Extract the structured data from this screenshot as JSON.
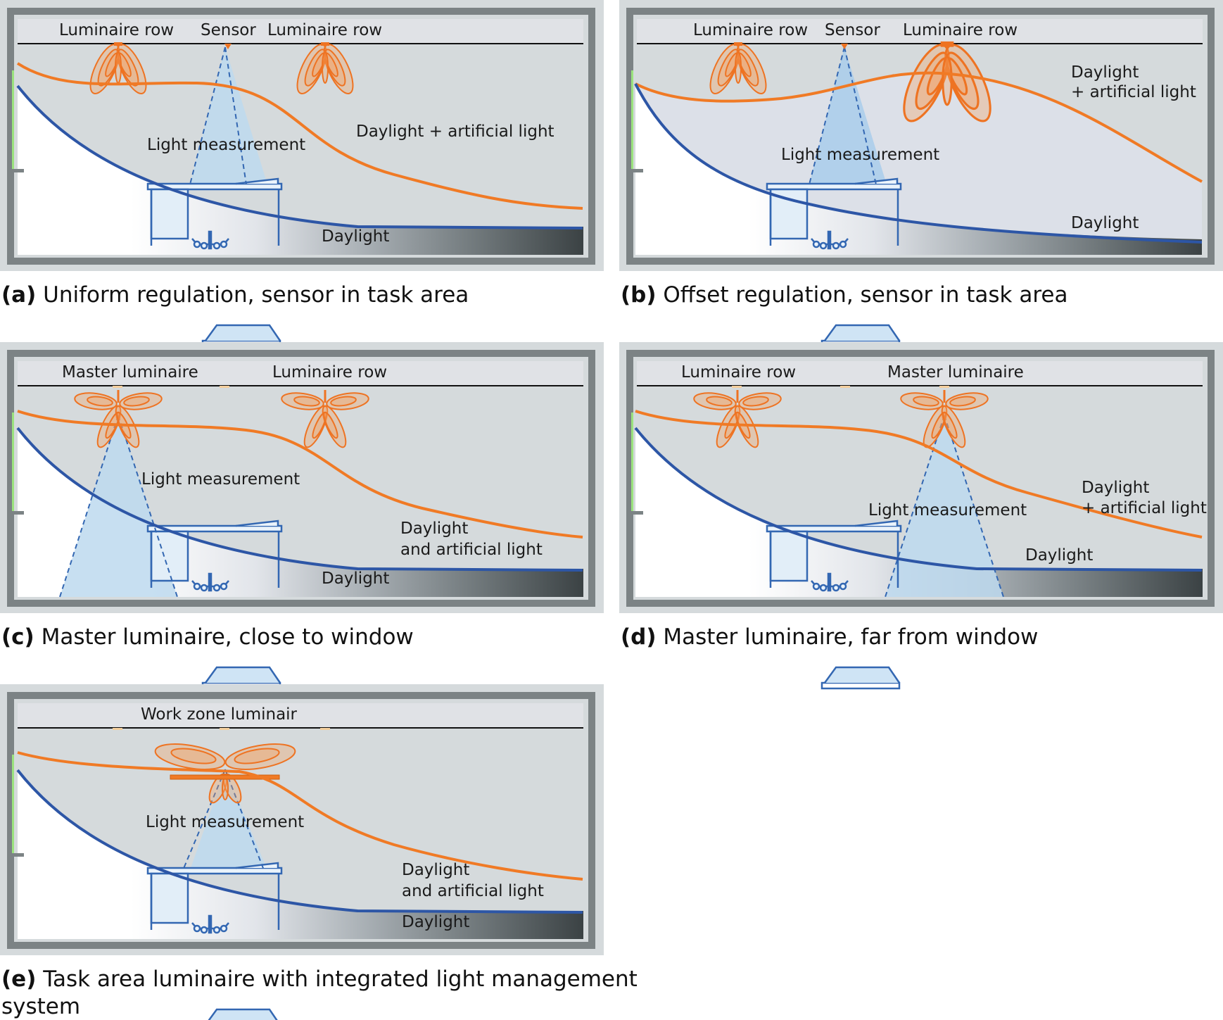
{
  "panels": [
    {
      "id": "a",
      "caption_prefix": "(a)",
      "caption_text": "Uniform regulation, sensor in task area",
      "labels": {
        "lum_row_1": "Luminaire row",
        "sensor": "Sensor",
        "lum_row_2": "Luminaire row",
        "measurement": "Light measurement",
        "combined": "Daylight + artificial light",
        "daylight": "Daylight"
      }
    },
    {
      "id": "b",
      "caption_prefix": "(b)",
      "caption_text": "Offset regulation, sensor in task area",
      "labels": {
        "lum_row_1": "Luminaire row",
        "sensor": "Sensor",
        "lum_row_2": "Luminaire row",
        "combined_1": "Daylight",
        "combined_2": "+ artificial light",
        "measurement": "Light measurement",
        "daylight": "Daylight"
      }
    },
    {
      "id": "c",
      "caption_prefix": "(c)",
      "caption_text": "Master luminaire, close to window",
      "labels": {
        "master": "Master luminaire",
        "lum_row": "Luminaire row",
        "measurement": "Light measurement",
        "combined_1": "Daylight",
        "combined_2": "and artificial light",
        "daylight": "Daylight"
      }
    },
    {
      "id": "d",
      "caption_prefix": "(d)",
      "caption_text": "Master luminaire, far from window",
      "labels": {
        "lum_row": "Luminaire row",
        "master": "Master luminaire",
        "measurement": "Light measurement",
        "combined_1": "Daylight",
        "combined_2": "+ artificial light",
        "daylight": "Daylight"
      }
    },
    {
      "id": "e",
      "caption_prefix": "(e)",
      "caption_text_1": "Task area luminaire with integrated light management",
      "caption_text_2": "system",
      "labels": {
        "work_zone": "Work zone luminair",
        "measurement": "Light measurement",
        "combined_1": "Daylight",
        "combined_2": "and artificial light",
        "daylight": "Daylight"
      }
    }
  ],
  "colors": {
    "panel_bg": "#d5dadc",
    "frame": "#7c8385",
    "ceiling": "#e0e2e6",
    "daylight_curve": "#2d56a6",
    "combined_curve": "#f07a25",
    "luminaire": "#f07a25",
    "beam_fill": "#bdd9ef",
    "beam_stroke": "#3367b2",
    "window": "#9be37e"
  }
}
